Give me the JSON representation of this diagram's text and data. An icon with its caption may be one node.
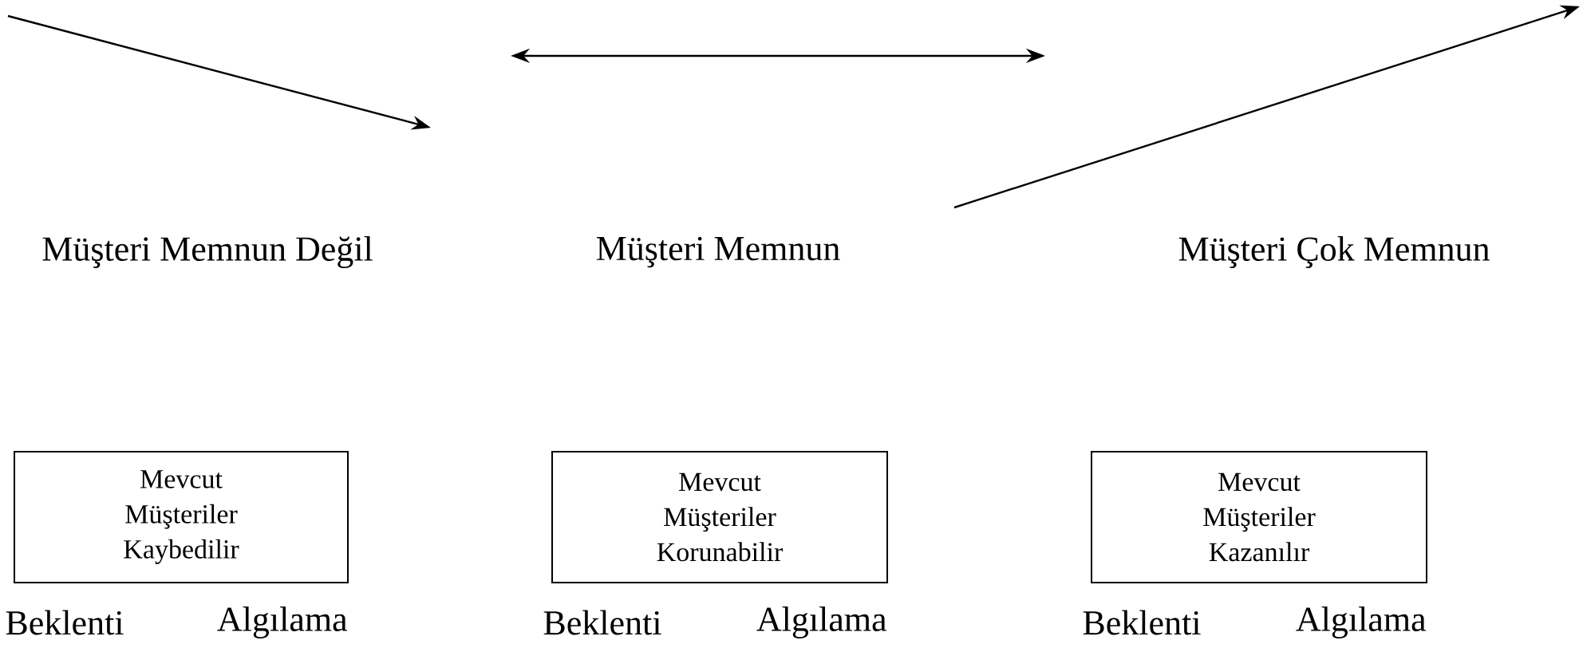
{
  "diagram": {
    "nodes": [
      {
        "text": [
          "Mevcut Müşteriler Kaybedilir"
        ],
        "beside": [
          "Beklenti",
          "Algılama"
        ]
      },
      {
        "text": [
          "Mevcut Müşteriler Korunabilir"
        ],
        "beside": [
          "Beklenti",
          "Algılama"
        ]
      },
      {
        "text": [
          "Mevcut Müşteriler Kazanılır"
        ],
        "beside": [
          "Beklenti",
          "Algılama"
        ]
      }
    ],
    "edges": [],
    "labels": [
      "Müşteri Memnun Değil",
      "Müşteri Memnun",
      "Müşteri Çok Memnun"
    ]
  }
}
